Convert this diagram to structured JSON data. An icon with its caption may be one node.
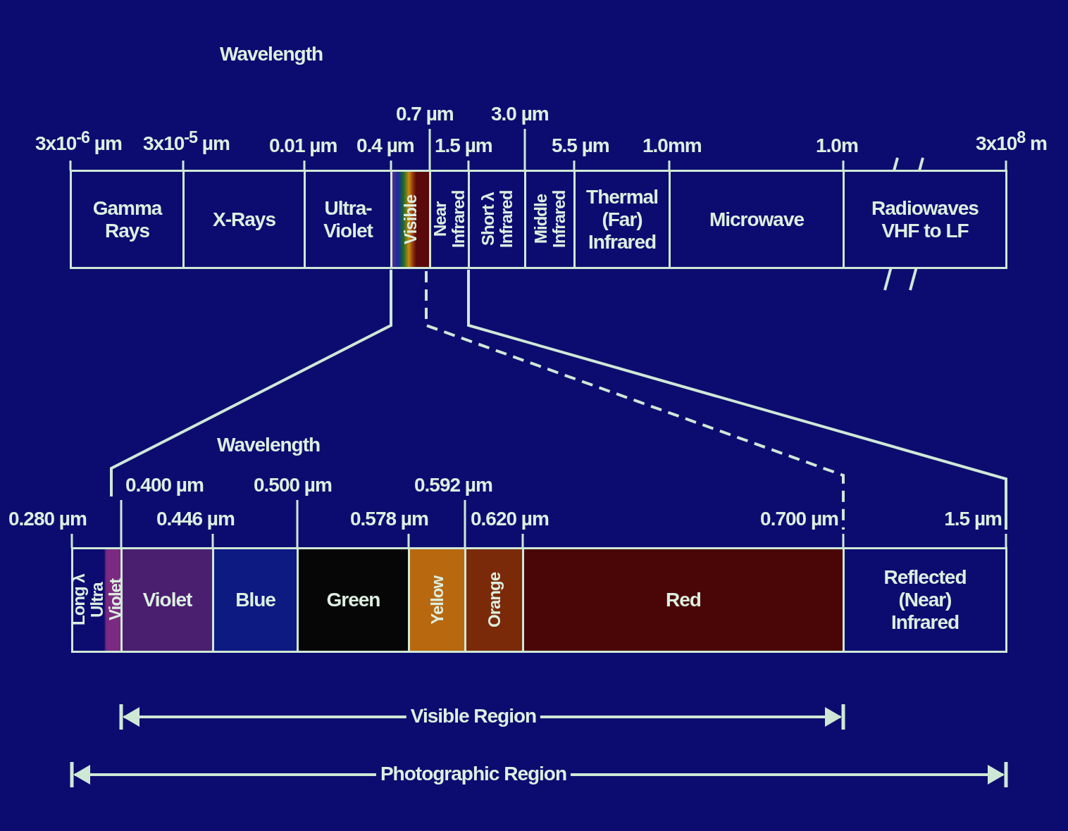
{
  "diagram": {
    "nodes": [
      {
        "text": [
          "Gamma Rays"
        ]
      },
      {
        "text": [
          "X-Rays"
        ]
      },
      {
        "text": [
          "Ultra-Violet"
        ]
      },
      {
        "text": [
          "Visible"
        ]
      },
      {
        "text": [
          "Near Infrared"
        ]
      },
      {
        "text": [
          "Short λ Infrared"
        ]
      },
      {
        "text": [
          "Middle Infrared"
        ]
      },
      {
        "text": [
          "Thermal (Far) Infrared"
        ]
      },
      {
        "text": [
          "Microwave"
        ]
      },
      {
        "text": [
          "Radiowaves VHF to LF"
        ]
      },
      {
        "text": [
          "Long λ Ultra Violet"
        ]
      },
      {
        "text": [
          "Violet"
        ]
      },
      {
        "text": [
          "Blue"
        ]
      },
      {
        "text": [
          "Green"
        ]
      },
      {
        "text": [
          "Yellow"
        ]
      },
      {
        "text": [
          "Orange"
        ]
      },
      {
        "text": [
          "Red"
        ]
      },
      {
        "text": [
          "Reflected (Near) Infrared"
        ]
      }
    ],
    "labels": [
      "Wavelength",
      "0.7 µm",
      "3.0 µm",
      "3x10$^{-6}$ µm",
      "3x10$^{-5}$ µm",
      "0.01 µm",
      "0.4 µm",
      "1.5 µm",
      "5.5 µm",
      "1.0mm",
      "1.0m",
      "3x10$^{8}$ m",
      "Wavelength",
      "0.400 µm",
      "0.500 µm",
      "0.592 µm",
      "0.280 µm",
      "0.446 µm",
      "0.578 µm",
      "0.620 µm",
      "0.700 µm",
      "1.5 µm",
      "Visible Region",
      "Photographic Region"
    ]
  }
}
